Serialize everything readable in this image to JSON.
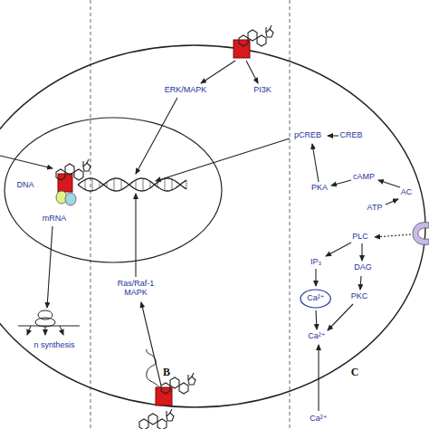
{
  "diagram": {
    "nodes": [
      {
        "text": [
          "Ca²⁺"
        ]
      }
    ],
    "labels": [
      "ERK/MAPK",
      "PI3K",
      "pCREB",
      "CREB",
      "DNA",
      "PKA",
      "cAMP",
      "AC",
      "ATP",
      "mRNA",
      "PLC",
      "IP₃",
      "DAG",
      "Ras/Raf-1 MAPK",
      "PKC",
      "Ca²⁺",
      "n synthesis",
      "B",
      "Ca²⁺",
      "C"
    ]
  }
}
